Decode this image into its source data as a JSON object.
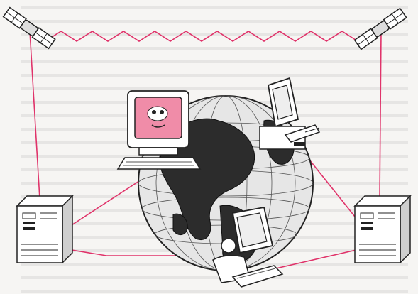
{
  "figure": {
    "nodes": [
      {
        "kind": "satellite",
        "name": "satellite-left"
      },
      {
        "kind": "satellite",
        "name": "satellite-right"
      },
      {
        "kind": "server",
        "name": "server-left"
      },
      {
        "kind": "server",
        "name": "server-right"
      },
      {
        "kind": "workstation",
        "name": "computer-monster-screen"
      },
      {
        "kind": "workstation",
        "name": "computer-right"
      },
      {
        "kind": "workstation",
        "name": "computer-bottom-user"
      }
    ],
    "link_color": "#e0336a",
    "screen_color": "#f08ca8",
    "globe_ocean_color": "#e6e6e6",
    "globe_land_color": "#2c2c2c"
  }
}
